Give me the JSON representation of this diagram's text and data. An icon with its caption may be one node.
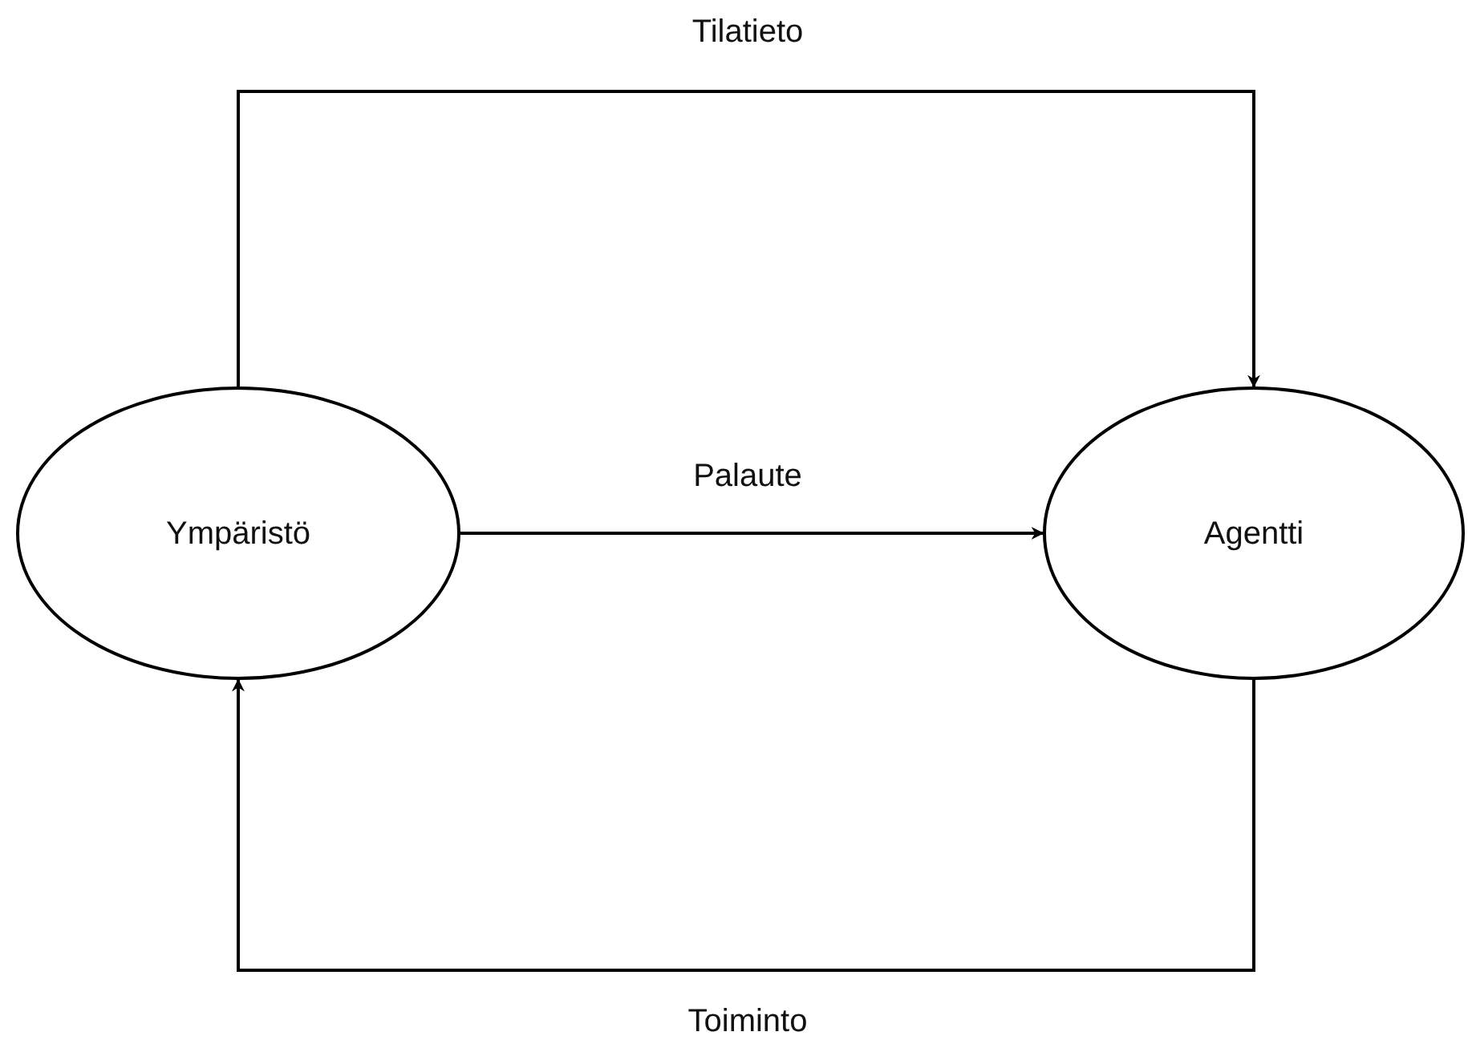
{
  "diagram": {
    "nodes": [
      {
        "text": [
          "Ympäristö"
        ]
      },
      {
        "text": [
          "Agentti"
        ]
      }
    ],
    "edges": [
      {
        "from": 0,
        "to": 1,
        "arrow": "to",
        "label": "Tilatieto"
      },
      {
        "from": 0,
        "to": 1,
        "arrow": "to",
        "label": "Palaute"
      },
      {
        "from": 1,
        "to": 0,
        "arrow": "to",
        "label": "Toiminto"
      }
    ]
  }
}
